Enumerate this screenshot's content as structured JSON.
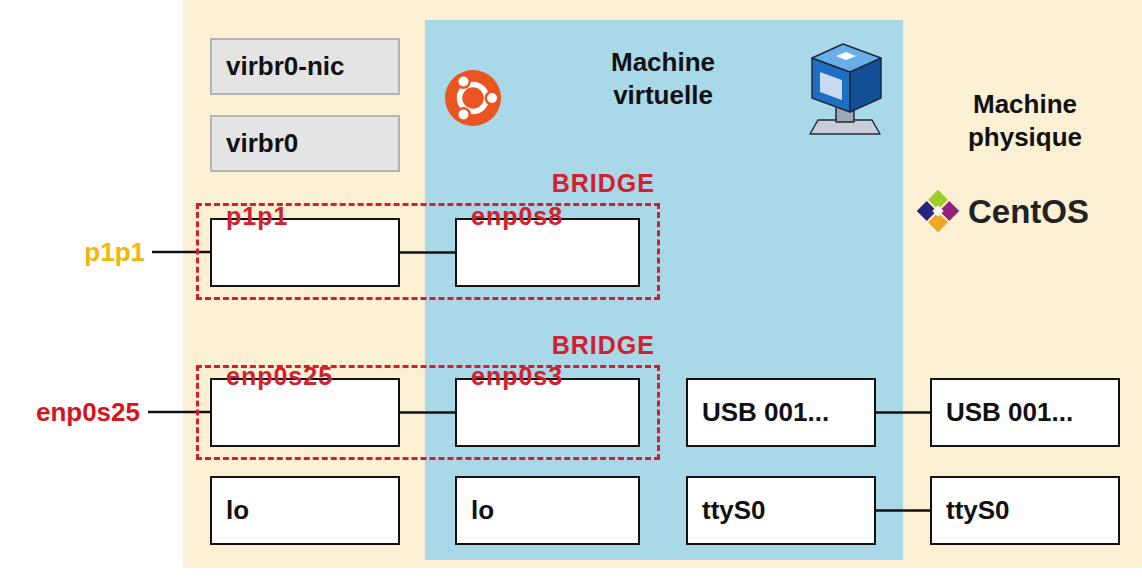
{
  "diagram": {
    "nodes": [
      {
        "text": [
          "Machine physique"
        ]
      },
      {
        "text": [
          "Machine virtuelle"
        ],
        "in": 0
      },
      {
        "text": [
          "virbr0-nic"
        ],
        "in": 0
      },
      {
        "text": [
          "virbr0"
        ],
        "in": 0
      },
      {
        "text": [
          "BRIDGE"
        ],
        "in": 0
      },
      {
        "text": [
          "p1p1"
        ],
        "in": 4
      },
      {
        "text": [
          "enp0s8"
        ],
        "in": 4
      },
      {
        "text": [
          "BRIDGE"
        ],
        "in": 0
      },
      {
        "text": [
          "enp0s25"
        ],
        "in": 7
      },
      {
        "text": [
          "enp0s3"
        ],
        "in": 7
      },
      {
        "text": [
          "USB 001..."
        ],
        "in": 1
      },
      {
        "text": [
          "USB 001..."
        ],
        "in": 0
      },
      {
        "text": [
          "lo"
        ],
        "in": 0
      },
      {
        "text": [
          "lo"
        ],
        "in": 1
      },
      {
        "text": [
          "ttyS0"
        ],
        "in": 1
      },
      {
        "text": [
          "ttyS0"
        ],
        "in": 0
      }
    ],
    "edges": [
      {
        "from": 5,
        "to": 6,
        "arrow": "none"
      },
      {
        "from": 8,
        "to": 9,
        "arrow": "none"
      },
      {
        "from": 10,
        "to": 11,
        "arrow": "none"
      },
      {
        "from": 14,
        "to": 15,
        "arrow": "none"
      }
    ],
    "labels": [
      "p1p1",
      "enp0s25",
      "CentOS"
    ]
  }
}
